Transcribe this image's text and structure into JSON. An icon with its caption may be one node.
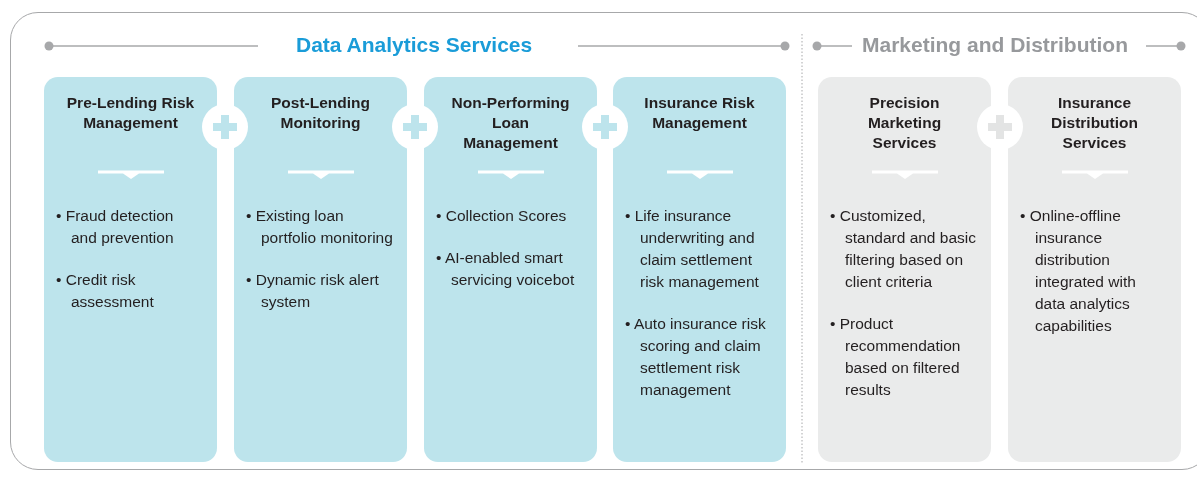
{
  "diagram": {
    "nodes": [
      {
        "text": [
          "Pre-Lending Risk Management",
          "• Fraud detection and prevention",
          "• Credit risk assessment"
        ]
      },
      {
        "text": [
          "Post-Lending Monitoring",
          "• Existing loan portfolio monitoring",
          "• Dynamic risk alert system"
        ]
      },
      {
        "text": [
          "Non-Performing Loan Management",
          "• Collection Scores",
          "• AI-enabled smart servicing voicebot"
        ]
      },
      {
        "text": [
          "Insurance Risk Management",
          "• Life insurance underwriting and claim settlement risk management",
          "• Auto insurance risk scoring and claim settlement risk management"
        ]
      },
      {
        "text": [
          "Precision Marketing Services",
          "• Customized, standard and basic filtering based on client criteria",
          "• Product recommendation based on filtered results"
        ]
      },
      {
        "text": [
          "Insurance Distribution Services",
          "• Online-offline insurance distribution integrated with data analytics capabilities"
        ]
      }
    ],
    "labels": [
      "Data Analytics Services",
      "Marketing and Distribution"
    ]
  }
}
